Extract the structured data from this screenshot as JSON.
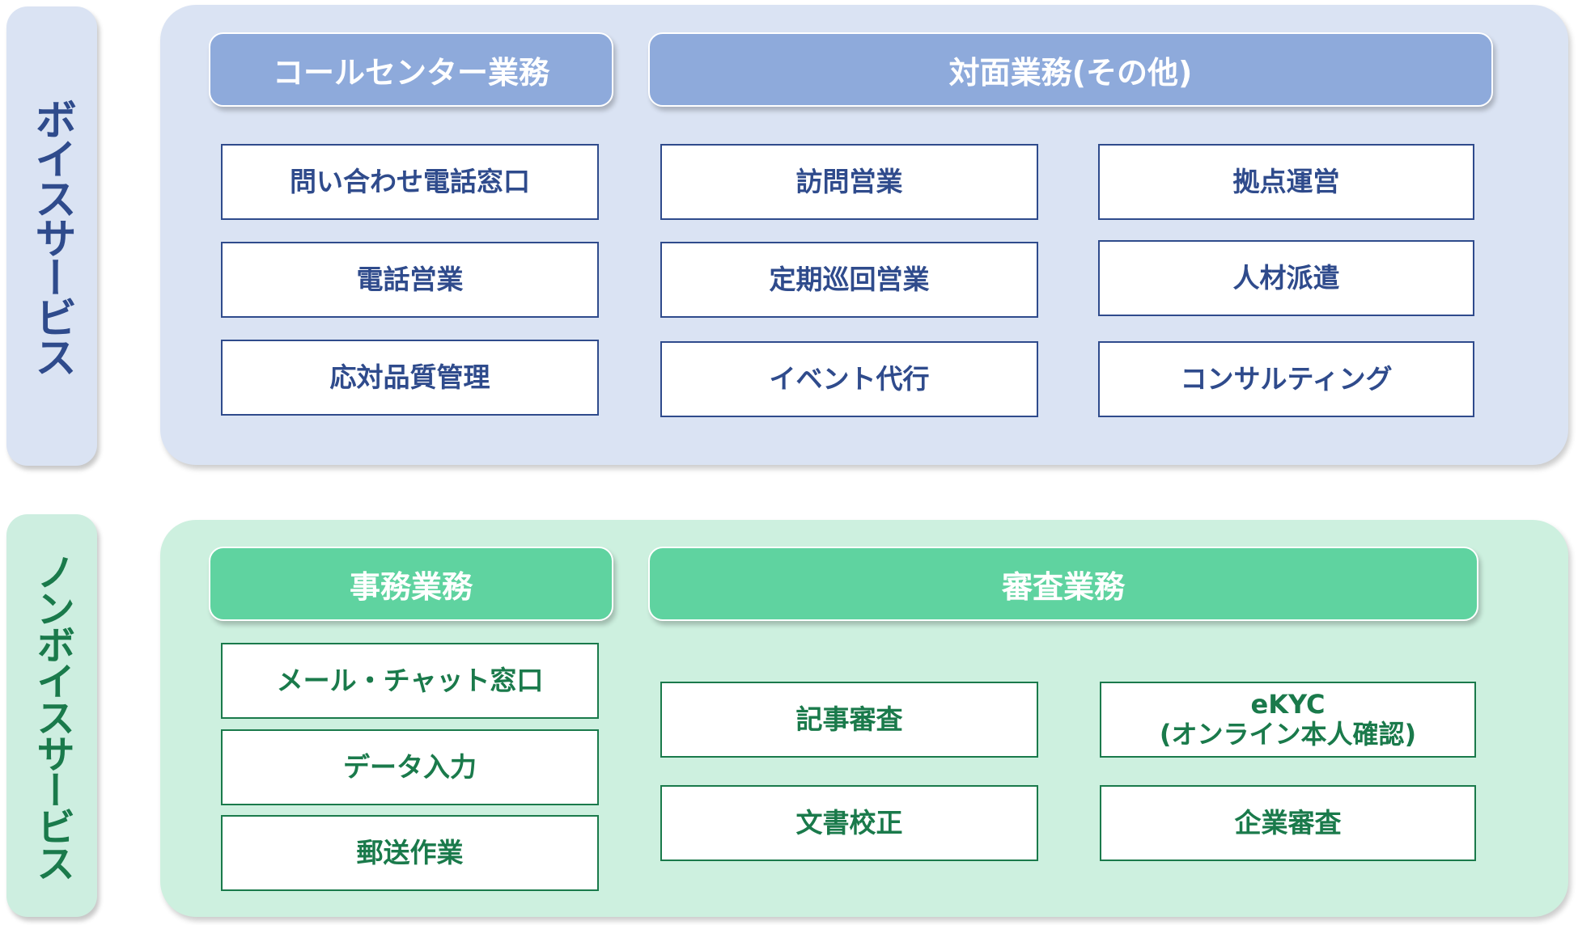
{
  "voice": {
    "label": "ボイスサービス",
    "categories": {
      "call_center": {
        "title": "コールセンター業務",
        "items": [
          "問い合わせ電話窓口",
          "電話営業",
          "応対品質管理"
        ]
      },
      "face_to_face": {
        "title": "対面業務(その他)",
        "items_left": [
          "訪問営業",
          "定期巡回営業",
          "イベント代行"
        ],
        "items_right": [
          "拠点運営",
          "人材派遣",
          "コンサルティング"
        ]
      }
    }
  },
  "nonvoice": {
    "label": "ノンボイスサービス",
    "categories": {
      "office": {
        "title": "事務業務",
        "items": [
          "メール・チャット窓口",
          "データ入力",
          "郵送作業"
        ]
      },
      "review": {
        "title": "審査業務",
        "items_left": [
          "記事審査",
          "文書校正"
        ],
        "ekyc_line1": "eKYC",
        "ekyc_line2": "(オンライン本人確認)",
        "items_right_bottom": "企業審査"
      }
    }
  },
  "colors": {
    "voice_panel": "#dae3f3",
    "voice_header": "#8eaadb",
    "voice_text": "#2f4b8c",
    "nonvoice_panel": "#cdf0df",
    "nonvoice_header": "#5fd3a0",
    "nonvoice_text": "#1a7a4b"
  }
}
